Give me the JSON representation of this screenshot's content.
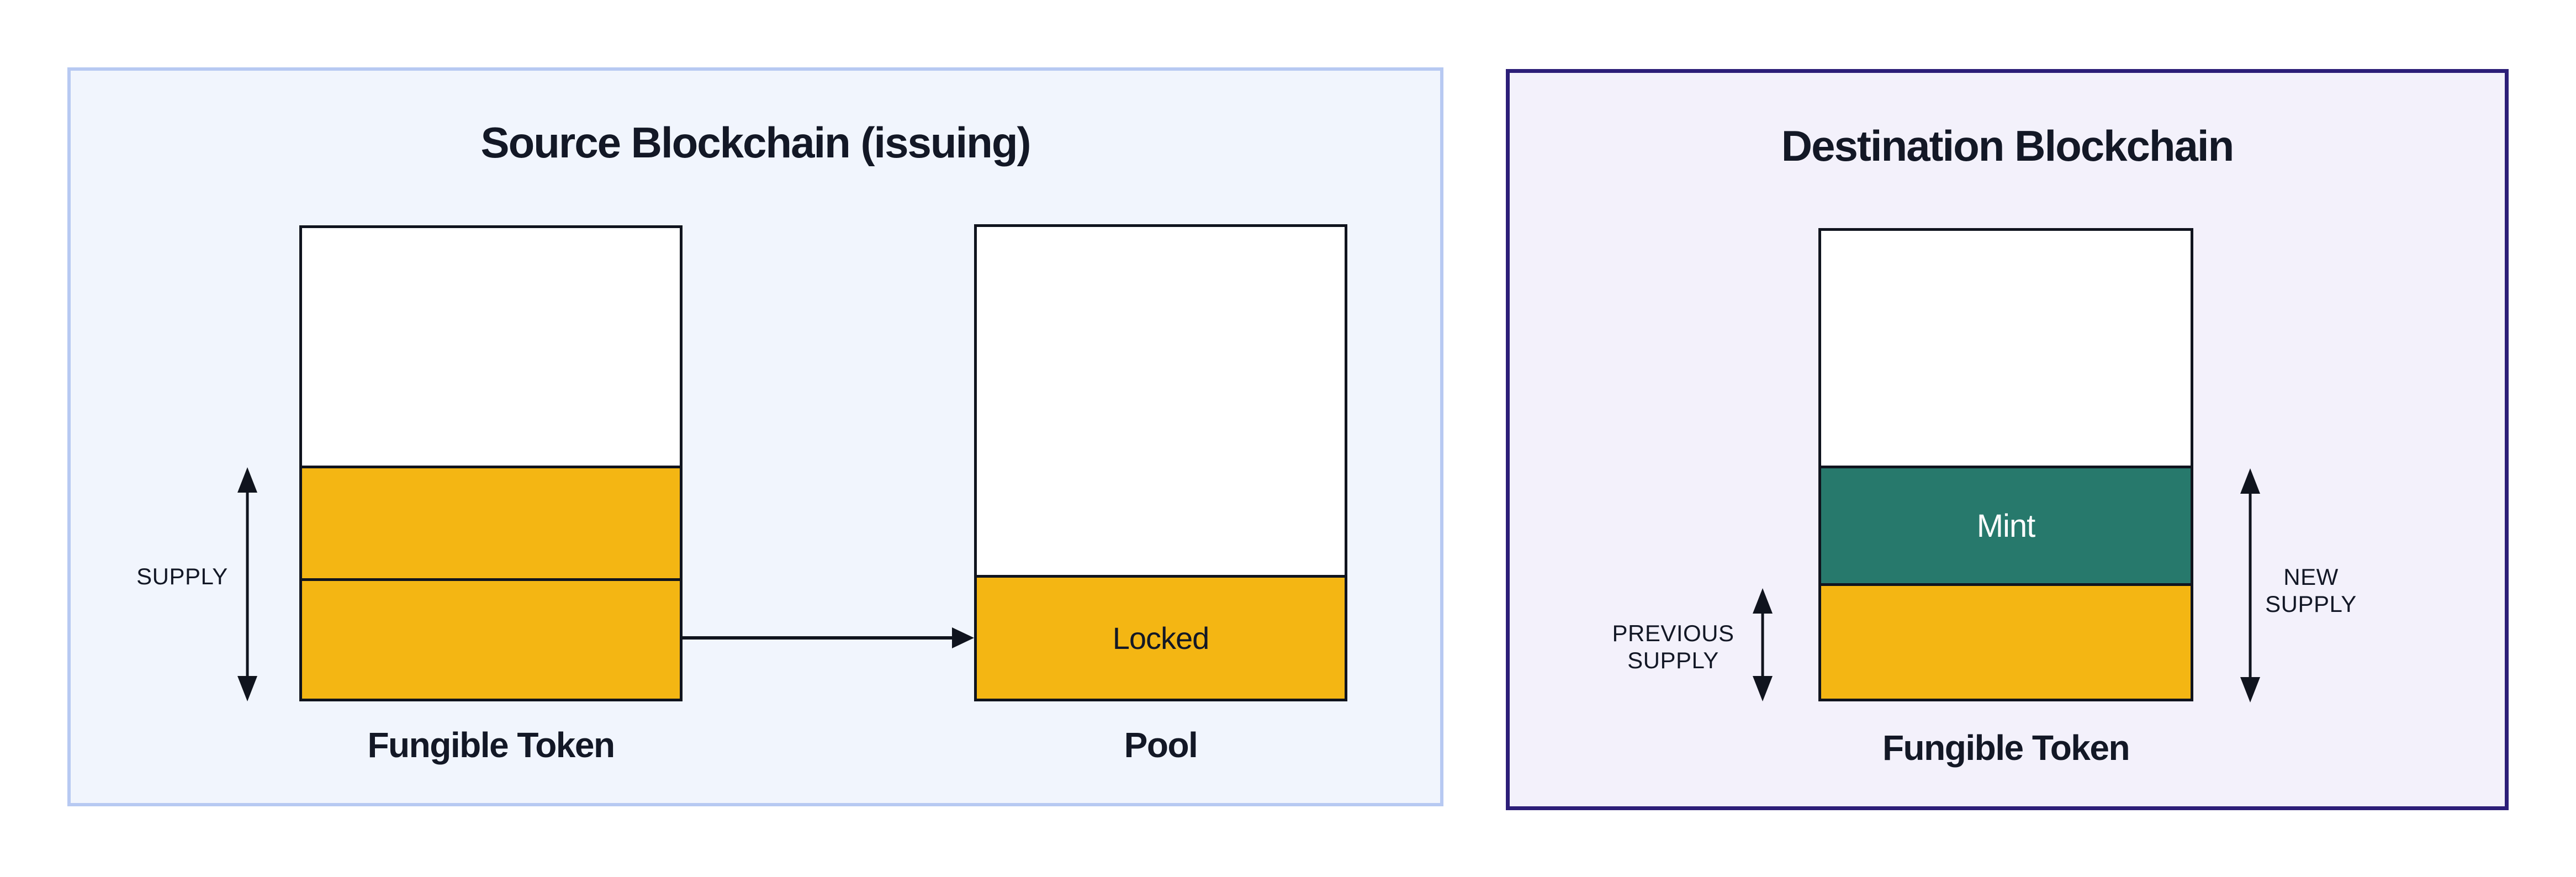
{
  "source_panel": {
    "title": "Source Blockchain (issuing)",
    "supply_label": "SUPPLY",
    "fungible_token": {
      "caption": "Fungible Token"
    },
    "pool": {
      "caption": "Pool",
      "locked_label": "Locked"
    }
  },
  "destination_panel": {
    "title": "Destination Blockchain",
    "previous_supply_label": {
      "line1": "PREVIOUS",
      "line2": "SUPPLY"
    },
    "new_supply_label": {
      "line1": "NEW",
      "line2": "SUPPLY"
    },
    "fungible_token": {
      "caption": "Fungible Token",
      "mint_label": "Mint"
    }
  },
  "colors": {
    "accent_orange": "#f4b613",
    "accent_teal": "#27796c",
    "source_bg": "#f1f5fd",
    "source_border": "#b7c9f2",
    "destination_bg": "#f3f1fb",
    "destination_border": "#2c1e78",
    "ink": "#10141e",
    "label_ink": "#131826"
  }
}
